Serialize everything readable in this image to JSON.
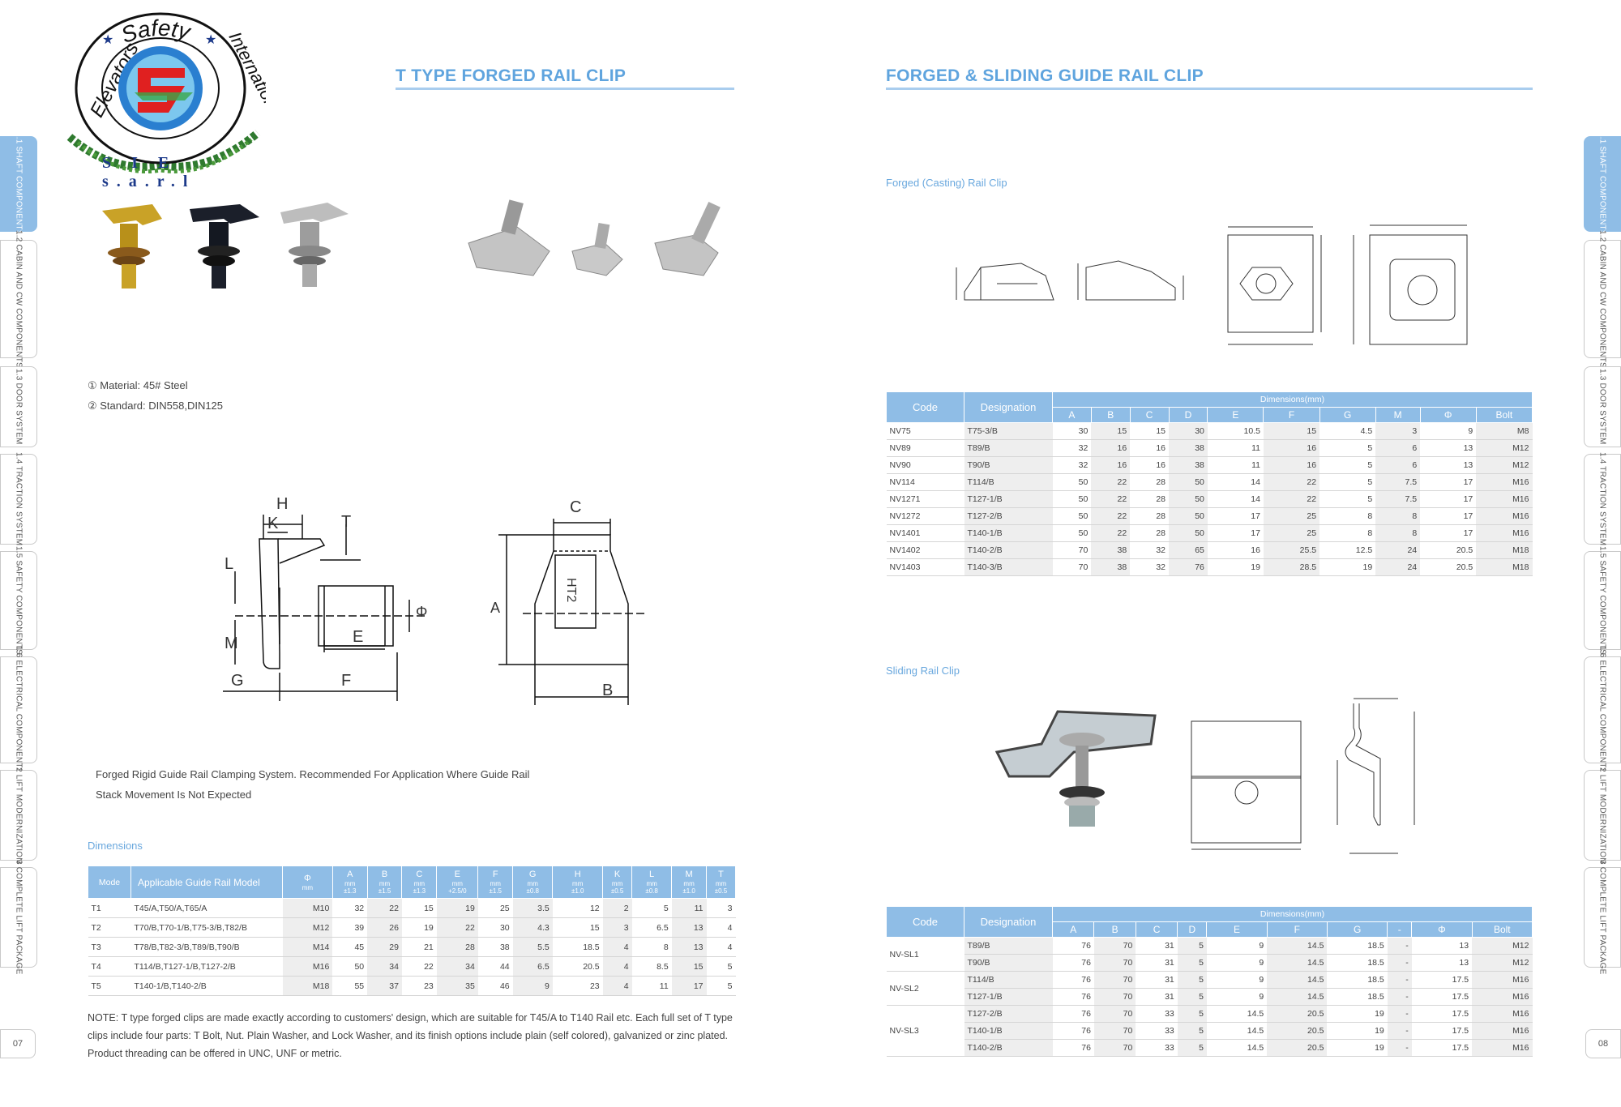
{
  "logo": {
    "ring_text_top": "Safety",
    "ring_text_left": "Elevators",
    "ring_text_right": "International",
    "brand_mark": "S I E s.a.r.l"
  },
  "left_page": {
    "title": "T TYPE FORGED RAIL CLIP",
    "page_number": "07",
    "material": "① Material: 45# Steel",
    "standard": "② Standard: DIN558,DIN125",
    "description_line1": "Forged Rigid Guide Rail Clamping System. Recommended For Application Where Guide Rail",
    "description_line2": "Stack Movement Is Not Expected",
    "dimensions_label": "Dimensions",
    "drawing_labels": {
      "H": "H",
      "K": "K",
      "T": "T",
      "L": "L",
      "M": "M",
      "E": "E",
      "G": "G",
      "F": "F",
      "phi": "Φ",
      "A": "A",
      "C": "C",
      "B": "B",
      "HT2": "HT2"
    },
    "table": {
      "headers": [
        "Mode",
        "Applicable Guide Rail Model"
      ],
      "dim_cols": [
        {
          "sym": "Φ",
          "unit": "mm",
          "tol": ""
        },
        {
          "sym": "A",
          "unit": "mm",
          "tol": "±1.3"
        },
        {
          "sym": "B",
          "unit": "mm",
          "tol": "±1.5"
        },
        {
          "sym": "C",
          "unit": "mm",
          "tol": "±1.3"
        },
        {
          "sym": "E",
          "unit": "mm",
          "tol": "+2.5/0"
        },
        {
          "sym": "F",
          "unit": "mm",
          "tol": "±1.5"
        },
        {
          "sym": "G",
          "unit": "mm",
          "tol": "±0.8"
        },
        {
          "sym": "H",
          "unit": "mm",
          "tol": "±1.0"
        },
        {
          "sym": "K",
          "unit": "mm",
          "tol": "±0.5"
        },
        {
          "sym": "L",
          "unit": "mm",
          "tol": "±0.8"
        },
        {
          "sym": "M",
          "unit": "mm",
          "tol": "±1.0"
        },
        {
          "sym": "T",
          "unit": "mm",
          "tol": "±0.5"
        }
      ],
      "rows": [
        [
          "T1",
          "T45/A,T50/A,T65/A",
          "M10",
          "32",
          "22",
          "15",
          "19",
          "25",
          "3.5",
          "12",
          "2",
          "5",
          "11",
          "3"
        ],
        [
          "T2",
          "T70/B,T70-1/B,T75-3/B,T82/B",
          "M12",
          "39",
          "26",
          "19",
          "22",
          "30",
          "4.3",
          "15",
          "3",
          "6.5",
          "13",
          "4"
        ],
        [
          "T3",
          "T78/B,T82-3/B,T89/B,T90/B",
          "M14",
          "45",
          "29",
          "21",
          "28",
          "38",
          "5.5",
          "18.5",
          "4",
          "8",
          "13",
          "4"
        ],
        [
          "T4",
          "T114/B,T127-1/B,T127-2/B",
          "M16",
          "50",
          "34",
          "22",
          "34",
          "44",
          "6.5",
          "20.5",
          "4",
          "8.5",
          "15",
          "5"
        ],
        [
          "T5",
          "T140-1/B,T140-2/B",
          "M18",
          "55",
          "37",
          "23",
          "35",
          "46",
          "9",
          "23",
          "4",
          "11",
          "17",
          "5"
        ]
      ]
    },
    "note_line1": "NOTE: T type forged clips are made exactly according to customers' design, which are suitable for T45/A to T140 Rail etc. Each full set of T type",
    "note_line2": "clips include four parts: T Bolt, Nut. Plain Washer, and Lock Washer, and its finish options include plain (self colored), galvanized or zinc plated.",
    "note_line3": "Product threading can be offered in UNC, UNF or metric."
  },
  "right_page": {
    "title": "FORGED & SLIDING GUIDE RAIL CLIP",
    "page_number": "08",
    "forged_label": "Forged (Casting) Rail Clip",
    "sliding_label": "Sliding Rail Clip",
    "forged_table": {
      "code_header": "Code",
      "designation_header": "Designation",
      "dims_header": "Dimensions(mm)",
      "cols": [
        "A",
        "B",
        "C",
        "D",
        "E",
        "F",
        "G",
        "M",
        "Φ",
        "Bolt"
      ],
      "rows": [
        [
          "NV75",
          "T75-3/B",
          "30",
          "15",
          "15",
          "30",
          "10.5",
          "15",
          "4.5",
          "3",
          "9",
          "M8"
        ],
        [
          "NV89",
          "T89/B",
          "32",
          "16",
          "16",
          "38",
          "11",
          "16",
          "5",
          "6",
          "13",
          "M12"
        ],
        [
          "NV90",
          "T90/B",
          "32",
          "16",
          "16",
          "38",
          "11",
          "16",
          "5",
          "6",
          "13",
          "M12"
        ],
        [
          "NV114",
          "T114/B",
          "50",
          "22",
          "28",
          "50",
          "14",
          "22",
          "5",
          "7.5",
          "17",
          "M16"
        ],
        [
          "NV1271",
          "T127-1/B",
          "50",
          "22",
          "28",
          "50",
          "14",
          "22",
          "5",
          "7.5",
          "17",
          "M16"
        ],
        [
          "NV1272",
          "T127-2/B",
          "50",
          "22",
          "28",
          "50",
          "17",
          "25",
          "8",
          "8",
          "17",
          "M16"
        ],
        [
          "NV1401",
          "T140-1/B",
          "50",
          "22",
          "28",
          "50",
          "17",
          "25",
          "8",
          "8",
          "17",
          "M16"
        ],
        [
          "NV1402",
          "T140-2/B",
          "70",
          "38",
          "32",
          "65",
          "16",
          "25.5",
          "12.5",
          "24",
          "20.5",
          "M18"
        ],
        [
          "NV1403",
          "T140-3/B",
          "70",
          "38",
          "32",
          "76",
          "19",
          "28.5",
          "19",
          "24",
          "20.5",
          "M18"
        ]
      ]
    },
    "sliding_table": {
      "code_header": "Code",
      "designation_header": "Designation",
      "dims_header": "Dimensions(mm)",
      "cols": [
        "A",
        "B",
        "C",
        "D",
        "E",
        "F",
        "G",
        "-",
        "Φ",
        "Bolt"
      ],
      "groups": [
        {
          "code": "NV-SL1",
          "rows": [
            [
              "T89/B",
              "76",
              "70",
              "31",
              "5",
              "9",
              "14.5",
              "18.5",
              "-",
              "13",
              "M12"
            ],
            [
              "T90/B",
              "76",
              "70",
              "31",
              "5",
              "9",
              "14.5",
              "18.5",
              "-",
              "13",
              "M12"
            ]
          ]
        },
        {
          "code": "NV-SL2",
          "rows": [
            [
              "T114/B",
              "76",
              "70",
              "31",
              "5",
              "9",
              "14.5",
              "18.5",
              "-",
              "17.5",
              "M16"
            ],
            [
              "T127-1/B",
              "76",
              "70",
              "31",
              "5",
              "9",
              "14.5",
              "18.5",
              "-",
              "17.5",
              "M16"
            ]
          ]
        },
        {
          "code": "NV-SL3",
          "rows": [
            [
              "T127-2/B",
              "76",
              "70",
              "33",
              "5",
              "14.5",
              "20.5",
              "19",
              "-",
              "17.5",
              "M16"
            ],
            [
              "T140-1/B",
              "76",
              "70",
              "33",
              "5",
              "14.5",
              "20.5",
              "19",
              "-",
              "17.5",
              "M16"
            ],
            [
              "T140-2/B",
              "76",
              "70",
              "33",
              "5",
              "14.5",
              "20.5",
              "19",
              "-",
              "17.5",
              "M16"
            ]
          ]
        }
      ]
    }
  },
  "side_tabs": [
    "1.1 SHAFT COMPONENTS",
    "1.2 CABIN AND CW COMPONENTS",
    "1.3 DOOR SYSTEM",
    "1.4 TRACTION SYSTEM",
    "1.5 SAFETY COMPONENTS",
    "1.6 ELECTRICAL COMPONENTS",
    "2 LIFT MODERNIZATION",
    "3 COMPLETE LIFT PACKAGE"
  ],
  "active_tab_index": 0,
  "colors": {
    "accent": "#8fbde6",
    "title": "#5fa4de",
    "rule": "#a9cdee"
  }
}
